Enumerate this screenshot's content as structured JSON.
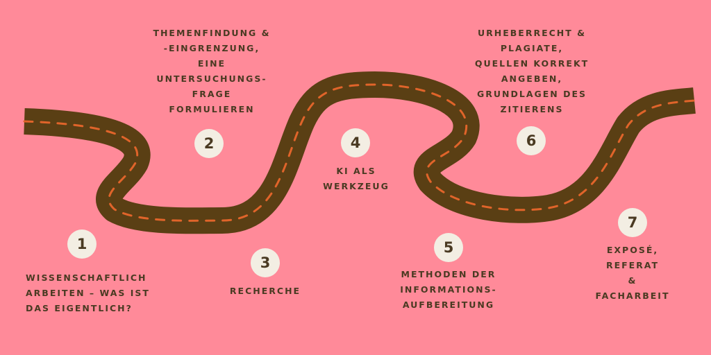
{
  "colors": {
    "background": "#ff8a99",
    "road": "#5a3f14",
    "road_dashes": "#e0642a",
    "circle_fill": "#f3eee3",
    "text": "#4a3a22"
  },
  "steps": [
    {
      "number": "1",
      "label": "Wissenschaftlich\narbeiten – was ist\ndas eigentlich?"
    },
    {
      "number": "2",
      "label": "Themenfindung &\n-eingrenzung,\neine\nUntersuchungs-\nfrage\nformulieren"
    },
    {
      "number": "3",
      "label": "Recherche"
    },
    {
      "number": "4",
      "label": "KI als\nWerkzeug"
    },
    {
      "number": "5",
      "label": "Methoden der\nInformations-\naufbereitung"
    },
    {
      "number": "6",
      "label": "Urheberrecht &\nPlagiate,\nQuellen korrekt\nangeben,\nGrundlagen des\nZitierens"
    },
    {
      "number": "7",
      "label": "Exposé, Referat\n& Facharbeit"
    }
  ]
}
